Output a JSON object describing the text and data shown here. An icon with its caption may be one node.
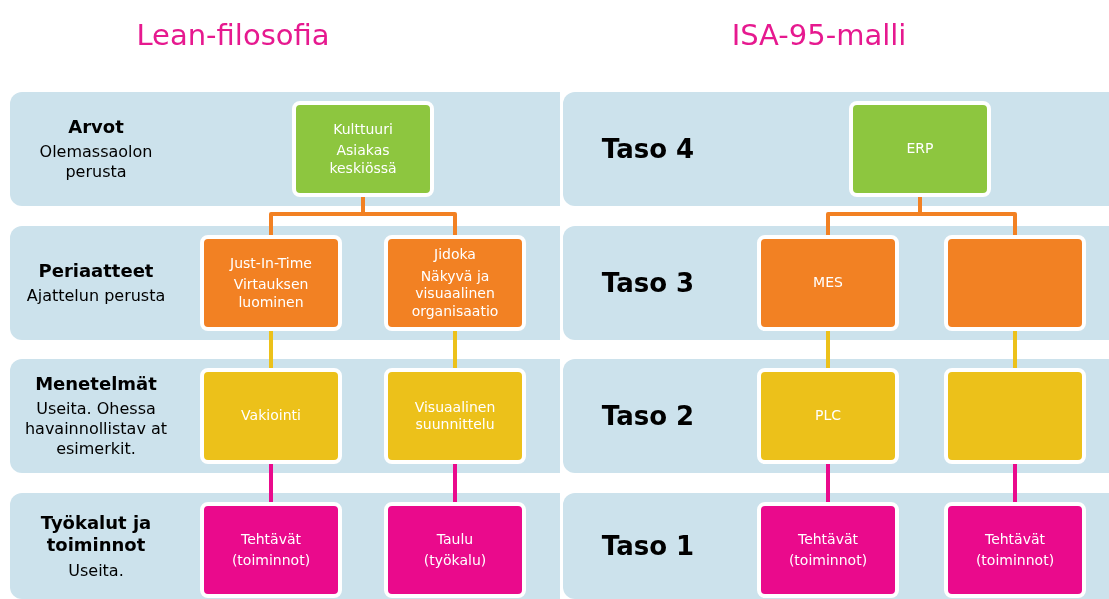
{
  "diagram": {
    "nodes": [
      {
        "text": [
          "Arvot",
          "Olemassaolon perusta"
        ]
      },
      {
        "text": [
          "Kulttuuri",
          "Asiakas keskiössä"
        ],
        "in": 0
      },
      {
        "text": [
          "Taso 4"
        ]
      },
      {
        "text": [
          "ERP"
        ],
        "in": 2
      },
      {
        "text": [
          "Periaatteet",
          "Ajattelun perusta"
        ]
      },
      {
        "text": [
          "Just-In-Time",
          "Virtauksen luominen"
        ],
        "in": 4
      },
      {
        "text": [
          "Jidoka",
          "Näkyvä ja visuaalinen organisaatio"
        ],
        "in": 4
      },
      {
        "text": [
          "Taso 3"
        ]
      },
      {
        "text": [
          "MES"
        ],
        "in": 7
      },
      {
        "text": [],
        "shape": "box",
        "in": 7
      },
      {
        "text": [
          "Menetelmät",
          "Useita. Ohessa havainnollistav at esimerkit."
        ]
      },
      {
        "text": [
          "Vakiointi"
        ],
        "in": 10
      },
      {
        "text": [
          "Visuaalinen suunnittelu"
        ],
        "in": 10
      },
      {
        "text": [
          "Taso 2"
        ]
      },
      {
        "text": [
          "PLC"
        ],
        "in": 13
      },
      {
        "text": [],
        "shape": "box",
        "in": 13
      },
      {
        "text": [
          "Työkalut ja toiminnot",
          "Useita."
        ]
      },
      {
        "text": [
          "Tehtävät",
          "(toiminnot)"
        ],
        "in": 16
      },
      {
        "text": [
          "Taulu",
          "(työkalu)"
        ],
        "in": 16
      },
      {
        "text": [
          "Taso 1"
        ]
      },
      {
        "text": [
          "Tehtävät",
          "(toiminnot)"
        ],
        "in": 19
      },
      {
        "text": [
          "Tehtävät",
          "(toiminnot)"
        ],
        "in": 19
      }
    ],
    "edges": [
      {
        "from": 1,
        "to": 5,
        "arrow": "none",
        "color": "#f28123"
      },
      {
        "from": 1,
        "to": 6,
        "arrow": "none",
        "color": "#f28123"
      },
      {
        "from": 5,
        "to": 11,
        "arrow": "none",
        "color": "#ecc11a"
      },
      {
        "from": 6,
        "to": 12,
        "arrow": "none",
        "color": "#ecc11a"
      },
      {
        "from": 11,
        "to": 17,
        "arrow": "none",
        "color": "#ea0a8c"
      },
      {
        "from": 12,
        "to": 18,
        "arrow": "none",
        "color": "#ea0a8c"
      },
      {
        "from": 3,
        "to": 8,
        "arrow": "none",
        "color": "#f28123"
      },
      {
        "from": 3,
        "to": 9,
        "arrow": "none",
        "color": "#f28123"
      },
      {
        "from": 8,
        "to": 14,
        "arrow": "none",
        "color": "#ecc11a"
      },
      {
        "from": 9,
        "to": 15,
        "arrow": "none",
        "color": "#ecc11a"
      },
      {
        "from": 14,
        "to": 20,
        "arrow": "none",
        "color": "#ea0a8c"
      },
      {
        "from": 15,
        "to": 21,
        "arrow": "none",
        "color": "#ea0a8c"
      }
    ],
    "labels": [
      "Lean-filosofia",
      "ISA-95-malli"
    ]
  }
}
